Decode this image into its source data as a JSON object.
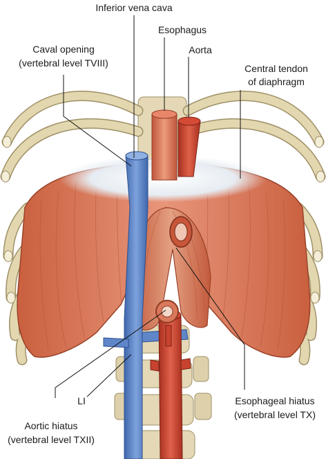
{
  "labels": {
    "ivc": "Inferior vena cava",
    "esophagus": "Esophagus",
    "aorta": "Aorta",
    "caval_opening_1": "Caval opening",
    "caval_opening_2": "(vertebral level TVIII)",
    "central_tendon_1": "Central tendon",
    "central_tendon_2": "of diaphragm",
    "l1": "LI",
    "aortic_hiatus_1": "Aortic hiatus",
    "aortic_hiatus_2": "(vertebral level TXII)",
    "esophageal_hiatus_1": "Esophageal hiatus",
    "esophageal_hiatus_2": "(vertebral level TX)"
  },
  "colors": {
    "muscle": "#d9785a",
    "muscle_dark": "#b5553a",
    "tendon": "#eef2f6",
    "bone": "#e2d7b4",
    "bone_dark": "#9e8f66",
    "ivc": "#5f86c9",
    "aorta": "#c8432f",
    "esophagus": "#d4603e"
  }
}
